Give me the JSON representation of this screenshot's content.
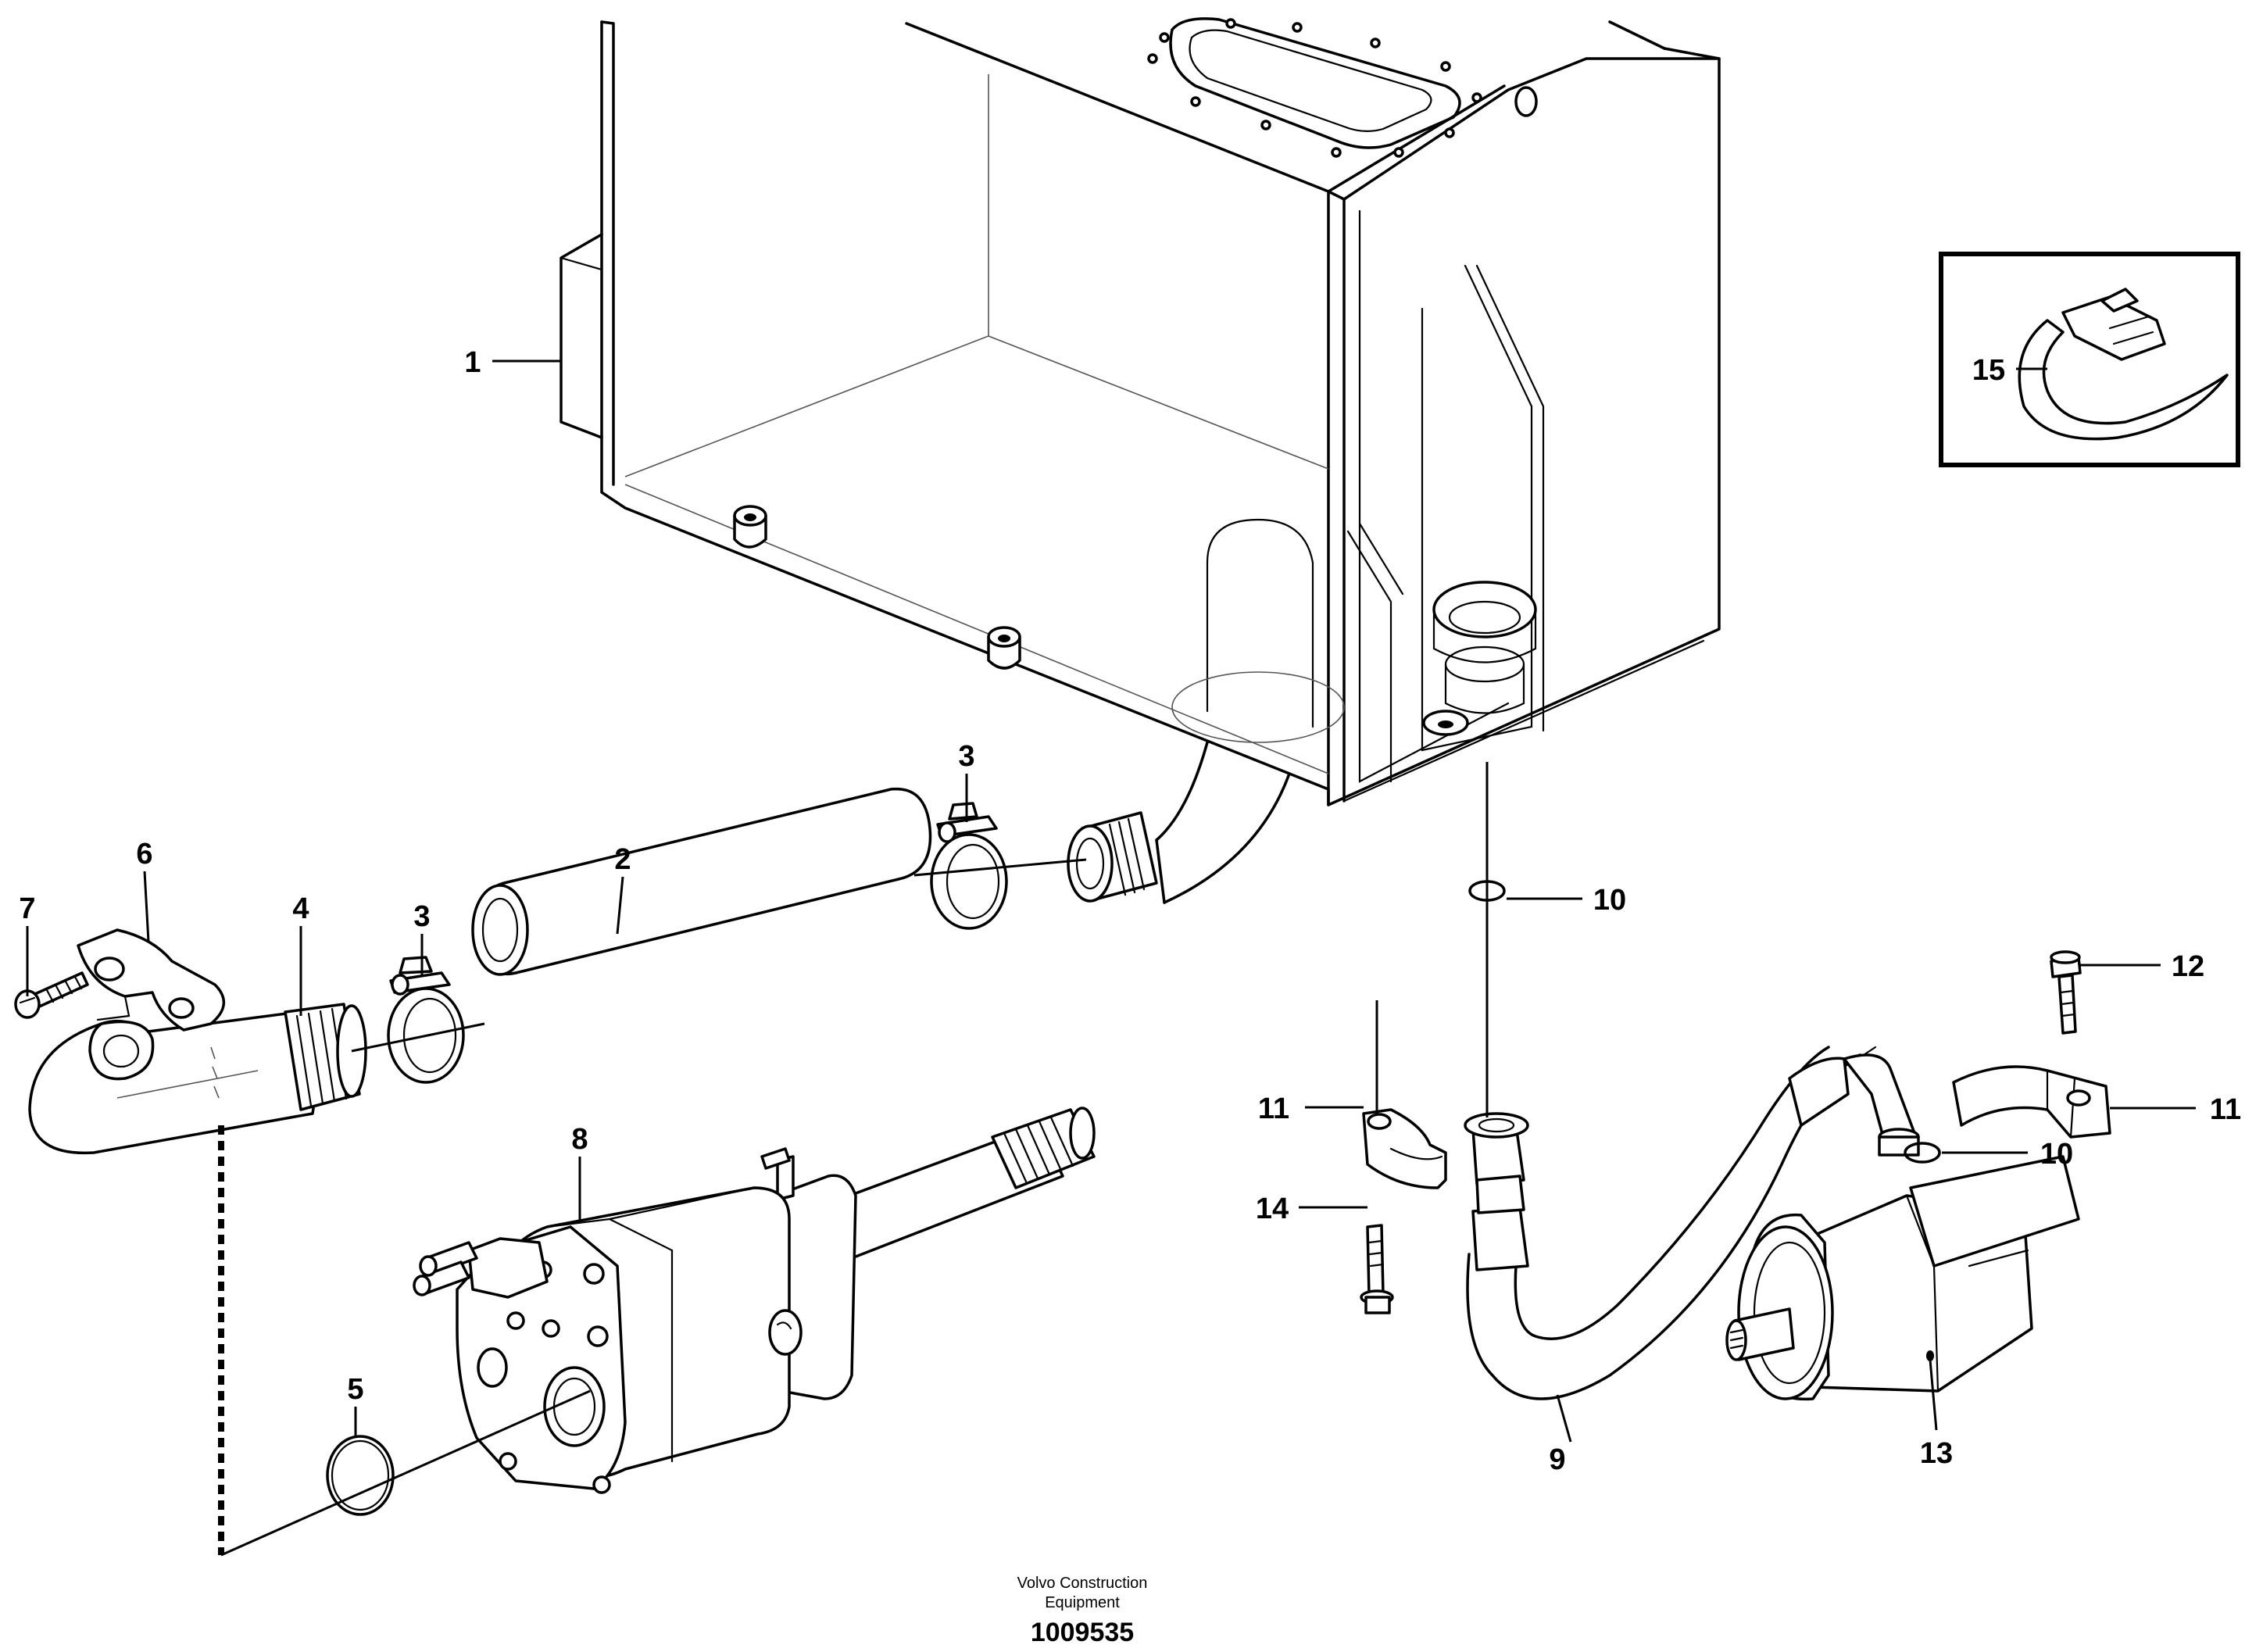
{
  "callouts": {
    "c1": "1",
    "c2": "2",
    "c3a": "3",
    "c3b": "3",
    "c4": "4",
    "c5": "5",
    "c6": "6",
    "c7": "7",
    "c8": "8",
    "c9": "9",
    "c10a": "10",
    "c10b": "10",
    "c11a": "11",
    "c11b": "11",
    "c12": "12",
    "c13": "13",
    "c14": "14",
    "c15": "15"
  },
  "footer": {
    "publisher_line1": "Volvo Construction",
    "publisher_line2": "Equipment",
    "document_number": "1009535"
  }
}
